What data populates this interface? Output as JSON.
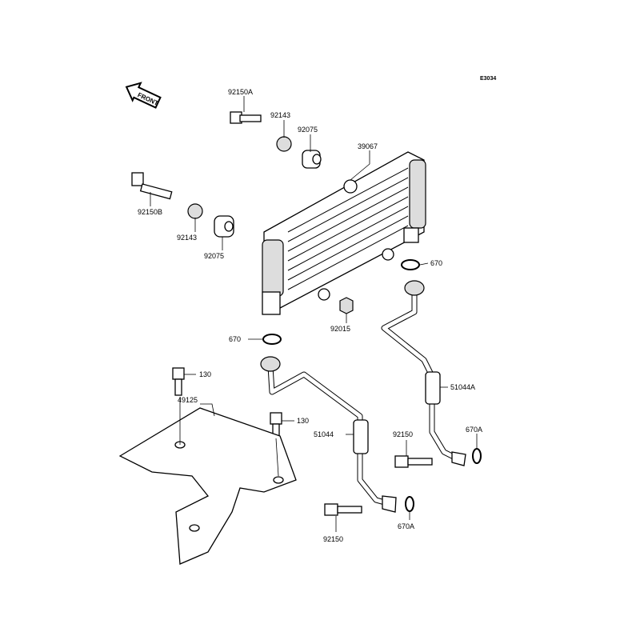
{
  "diagram": {
    "code": "E3034",
    "front_label": "FRONT",
    "labels": {
      "bolt_92150A": "92150A",
      "collar_92143_top": "92143",
      "grommet_92075_top": "92075",
      "oil_cooler_39067": "39067",
      "bolt_92150B": "92150B",
      "collar_92143_left": "92143",
      "grommet_92075_left": "92075",
      "oring_670_right": "670",
      "oring_670_left": "670",
      "nut_92015": "92015",
      "bolt_130_left": "130",
      "guard_49125": "49125",
      "bolt_130_right": "130",
      "pipe_51044A": "51044A",
      "pipe_51044": "51044",
      "bolt_92150_right": "92150",
      "oring_670A_right": "670A",
      "bolt_92150_bottom": "92150",
      "oring_670A_bottom": "670A"
    }
  }
}
